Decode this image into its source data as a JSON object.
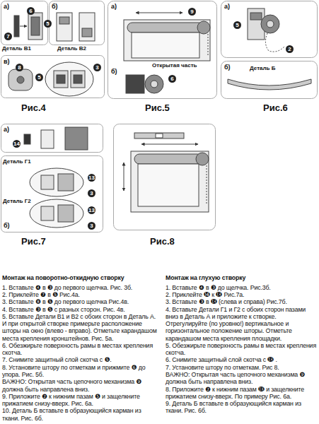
{
  "diagram": {
    "labels": [
      "а)",
      "б)",
      "7",
      "6",
      "5",
      "Деталь В1",
      "Деталь В2",
      "в)",
      "8",
      "5",
      "3",
      "Рис.4",
      "а)",
      "9",
      "Открытая часть",
      "б)",
      "6",
      "Рис.5",
      "а)",
      "5",
      "2",
      "б)",
      "Деталь Б",
      "Рис.6",
      "а)",
      "14",
      "Деталь Г1",
      "13",
      "3",
      "Деталь Г2",
      "13",
      "3",
      "б)",
      "Рис.7",
      "Рис.8",
      "Монтаж на поворотно-откидную створку",
      "1. Вставьте ❹ в ❸ до первого щелчка. Рис. 3б.",
      "2. Приклейте ❼ в ❺ Рис.4а.",
      "3. Вставьте ❽ в ❺ до первого щелчка Рис.4в.",
      "4. Вставьте ❸ в ❺ с разных сторон. Рис. 4в.",
      "5. Вставьте Детали В1 и В2 с обоих сторон в Деталь А. И при открытой створке примерьте расположение шторы на окно (влево - вправо). Отметьте карандашом места крепления кронштейнов. Рис. 5а.",
      "6. Обезжирьте поверхность рамы в местах крепления скотча.",
      "7. Снимите защитный слой скотча с ❺.",
      "8. Установите штору по отметкам и прижмите ❻ до упора. Рис. 5б.",
      "ВАЖНО: Открытая часть цепочного механизма ❾ должна быть направлена вниз.",
      "9. Приложите ❷ к нижним пазам ❺ и защелкните прижатием снизу-вверх. Рис. 6а.",
      "10. Деталь Б вставьте в образующийся карман из ткани. Рис. 6б.",
      "Монтаж на глухую створку",
      "1. Вставьте ❹ в ❸ до щелчка. Рис.3б.",
      "2. Приклейте ⓮ к ⓭ Рис.7а.",
      "3. Вставьте ❸ в ⓭ (слева и справа) Рис.7б.",
      "4. Вставьте Детали Г1 и Г2 с обоих сторон пазами вниз в Деталь А и приложите к створке. Отрегулируйте (по уровню!) вертикальное и горизонтальное положение шторы. Отметьте карандашом места крепления площадки.",
      "5. Обезжирьте поверхность рамы в местах крепления скотча.",
      "6. Снимите защитный слой скотча с ⓭ .",
      "7. Установите штору по отметкам. Рис 8.",
      "ВАЖНО: Открытая часть цепочного механизма ❾ должна быть направлена вниз.",
      "8. Приложите ❷ к нижним пазам ⓭ и защелкните прижатием снизу-вверх. По примеру Рис. 6а.",
      "9. Деталь Б вставьте в образующийся карман из ткани. Рис. 6б."
    ]
  }
}
